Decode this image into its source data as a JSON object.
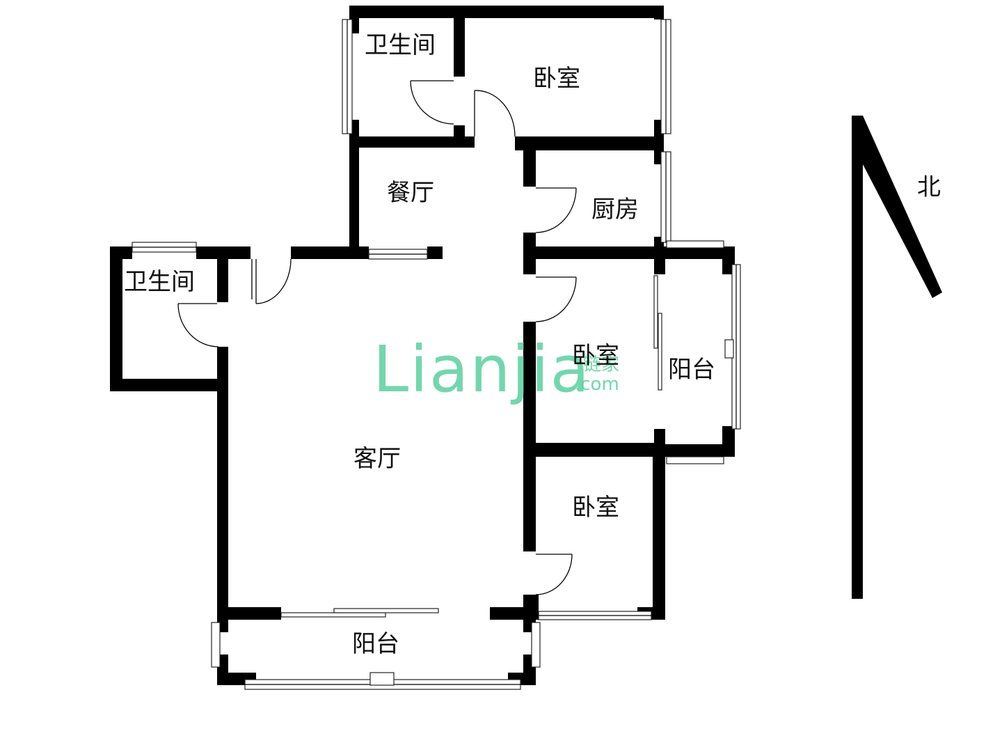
{
  "rooms": {
    "bathroom_top": "卫生间",
    "bedroom_top": "卧室",
    "dining": "餐厅",
    "kitchen": "厨房",
    "bathroom_left": "卫生间",
    "bedroom_mid": "卧室",
    "balcony_right": "阳台",
    "living": "客厅",
    "bedroom_bottom": "卧室",
    "balcony_bottom": "阳台"
  },
  "compass": {
    "label": "北"
  },
  "watermark": {
    "brand": "Lianjia",
    "cn": "链家",
    "domain": ".com",
    "color": "#5ccfa0"
  }
}
